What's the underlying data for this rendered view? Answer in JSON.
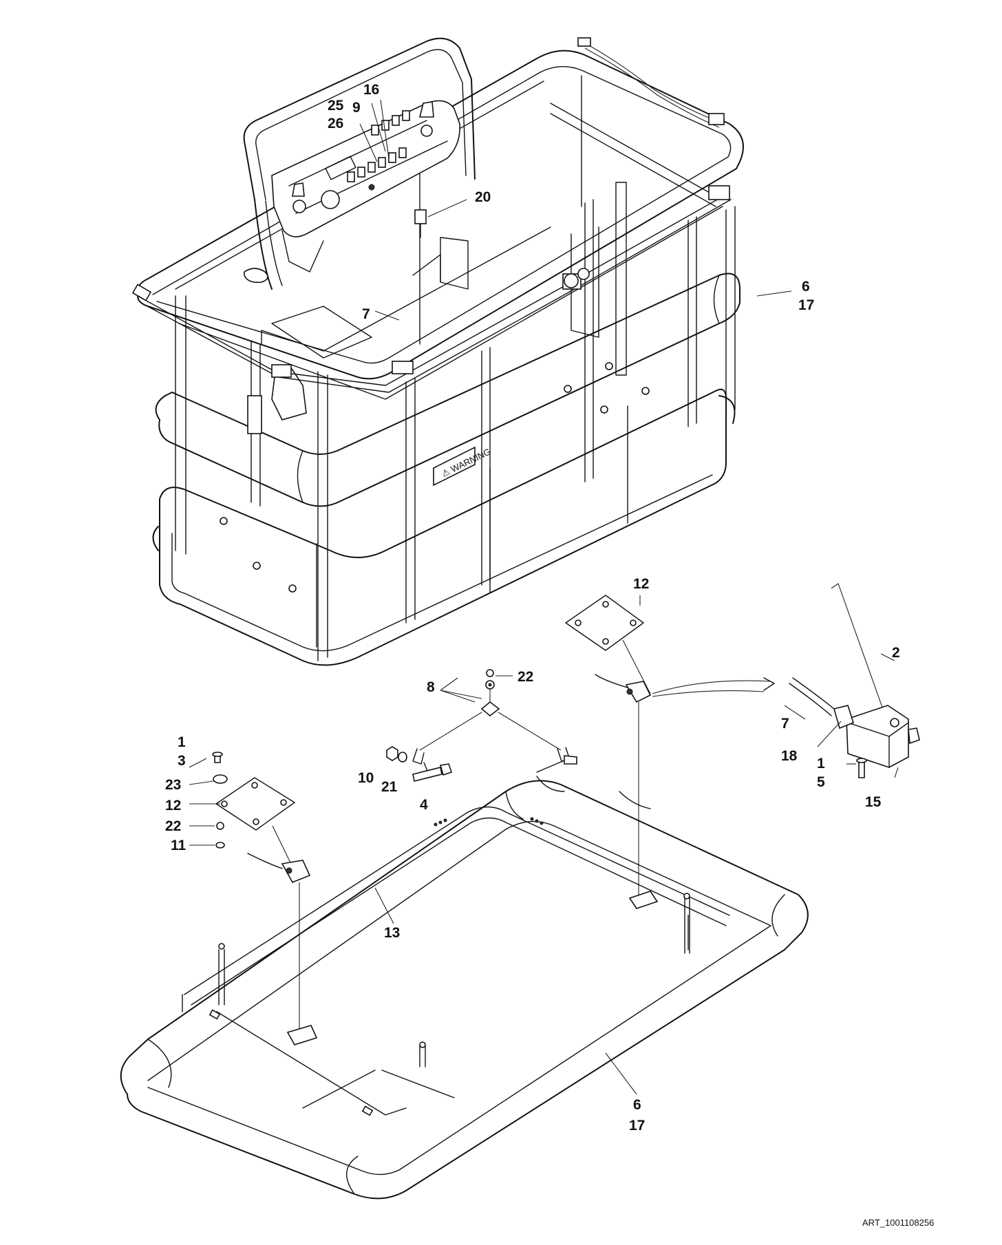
{
  "callouts": {
    "c16": "16",
    "c25": "25",
    "c9": "9",
    "c26": "26",
    "c20": "20",
    "c7a": "7",
    "c6a": "6",
    "c17a": "17",
    "c12a": "12",
    "c2": "2",
    "c8": "8",
    "c22a": "22",
    "c7b": "7",
    "c18": "18",
    "c1a": "1",
    "c5": "5",
    "c15": "15",
    "c1b": "1",
    "c3": "3",
    "c23": "23",
    "c12b": "12",
    "c22b": "22",
    "c11": "11",
    "c10": "10",
    "c21": "21",
    "c4": "4",
    "c13": "13",
    "c6b": "6",
    "c17b": "17"
  },
  "art_number": "ART_1001108256"
}
